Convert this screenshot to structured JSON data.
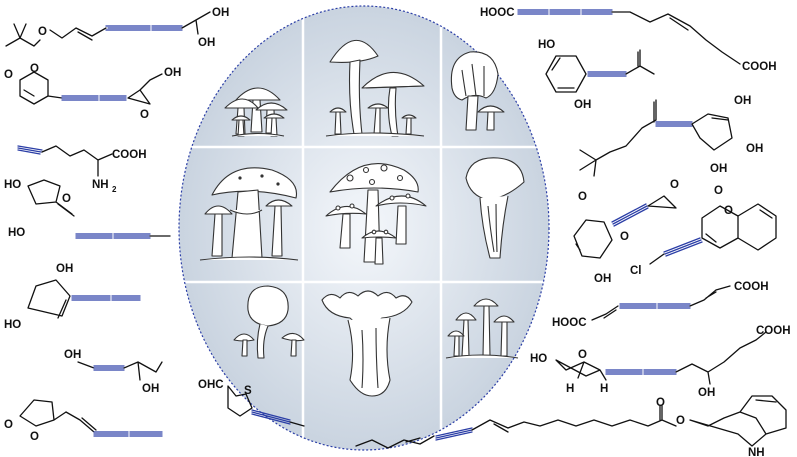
{
  "panel": {
    "border_color": "#2b3ea6",
    "gradient_center": "#f4f7fb",
    "gradient_edge": "#c5d0dd",
    "divider_color": "#ffffff",
    "triple_bond_color": "#2b3ea6",
    "mushroom_tiles": [
      {
        "name": "cluster-small-mushrooms-icon"
      },
      {
        "name": "tall-gilled-mushrooms-icon"
      },
      {
        "name": "wavy-cap-mushroom-icon"
      },
      {
        "name": "ringed-stem-mushrooms-icon"
      },
      {
        "name": "spotted-amanita-mushrooms-icon"
      },
      {
        "name": "funnel-mushroom-icon"
      },
      {
        "name": "bulb-cap-mushrooms-icon"
      },
      {
        "name": "ruffled-chanterelle-icon"
      },
      {
        "name": "bell-cap-cluster-icon"
      }
    ]
  },
  "molecules": {
    "m1": {
      "oh1": "OH",
      "oh2": "OH",
      "o": "O"
    },
    "m2": {
      "o_ring": "O",
      "o_carbonyl": "O",
      "oh": "OH",
      "o_epoxide": "O"
    },
    "m3": {
      "cooh": "COOH",
      "nh": "NH",
      "nh_sub": "2"
    },
    "m4": {
      "ho1": "HO",
      "ho2": "HO",
      "o": "O"
    },
    "m5": {
      "oh": "OH",
      "ho": "HO"
    },
    "m6": {
      "oh1": "OH",
      "oh2": "OH"
    },
    "m7": {
      "o1": "O",
      "o2": "O"
    },
    "m8": {
      "ohc": "OHC",
      "s": "S"
    },
    "m9": {
      "hooc": "HOOC",
      "cooh": "COOH"
    },
    "m10": {
      "ho": "HO",
      "oh": "OH"
    },
    "m11": {
      "oh1": "OH",
      "oh2": "OH",
      "oh3": "OH"
    },
    "m12": {
      "o_ketone": "O",
      "o_epoxide": "O",
      "o_side": "O",
      "oh": "OH"
    },
    "m13": {
      "o_carbonyl": "O",
      "o_ring": "O",
      "cl": "Cl"
    },
    "m14": {
      "hooc": "HOOC",
      "cooh": "COOH"
    },
    "m15": {
      "ho": "HO",
      "o": "O",
      "h1": "H",
      "h2": "H",
      "oh": "OH",
      "cooh": "COOH"
    },
    "m16": {
      "o_carbonyl": "O",
      "o_ester": "O",
      "nh": "NH"
    }
  }
}
